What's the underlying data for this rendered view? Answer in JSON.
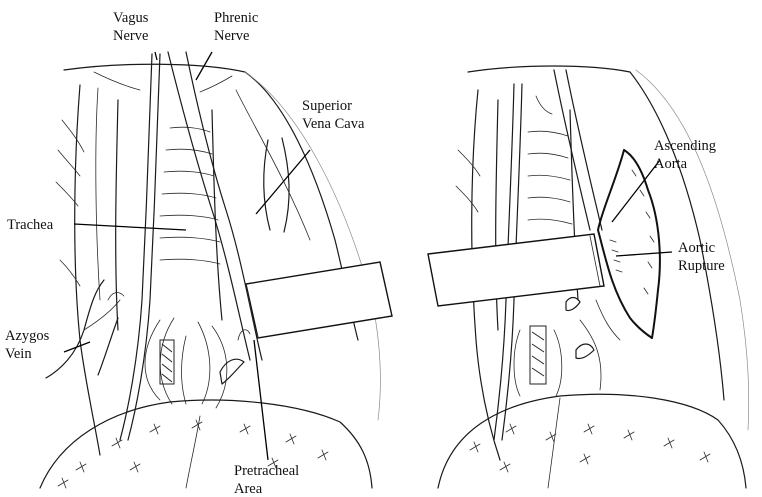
{
  "labels": {
    "vagus_nerve": [
      "Vagus",
      "Nerve"
    ],
    "phrenic_nerve": [
      "Phrenic",
      "Nerve"
    ],
    "superior_vena_cava": [
      "Superior",
      "Vena Cava"
    ],
    "trachea": [
      "Trachea"
    ],
    "azygos_vein": [
      "Azygos",
      "Vein"
    ],
    "pretracheal_area": [
      "Pretracheal",
      "Area"
    ],
    "ascending_aorta": [
      "Ascending",
      "Aorta"
    ],
    "aortic_rupture": [
      "Aortic",
      "Rupture"
    ]
  }
}
